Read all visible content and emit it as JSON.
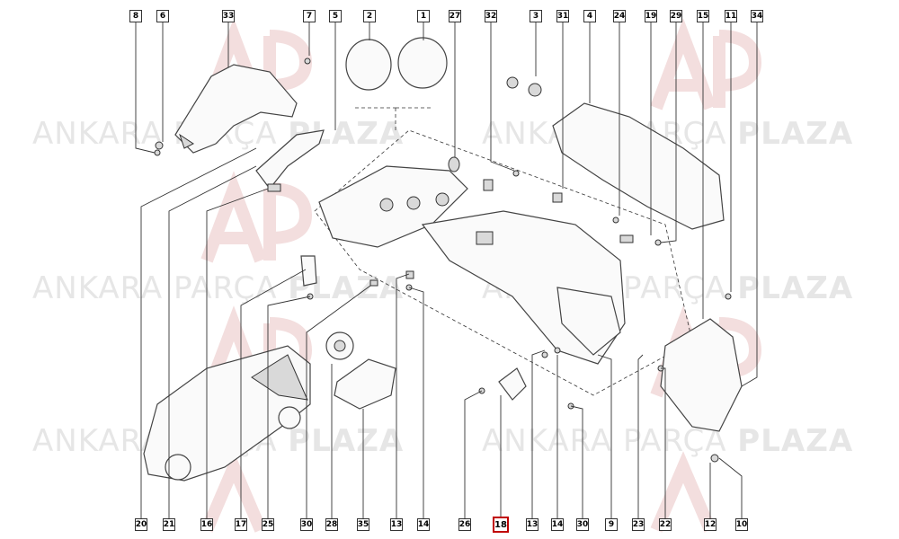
{
  "watermark": {
    "brand_light": "ANKARA PARÇA",
    "brand_bold": "PLAZA",
    "logo_text": "AP"
  },
  "diagram": {
    "highlight_color": "#c00000",
    "top_labels": [
      "8",
      "6",
      "33",
      "7",
      "5",
      "2",
      "1",
      "27",
      "32",
      "3",
      "31",
      "4",
      "24",
      "19",
      "29",
      "15",
      "11",
      "34"
    ],
    "bottom_labels": [
      "20",
      "21",
      "16",
      "17",
      "25",
      "30",
      "28",
      "35",
      "13",
      "14",
      "26",
      "18",
      "13",
      "14",
      "30",
      "9",
      "23",
      "22",
      "12",
      "10"
    ],
    "highlighted_label": "18"
  }
}
